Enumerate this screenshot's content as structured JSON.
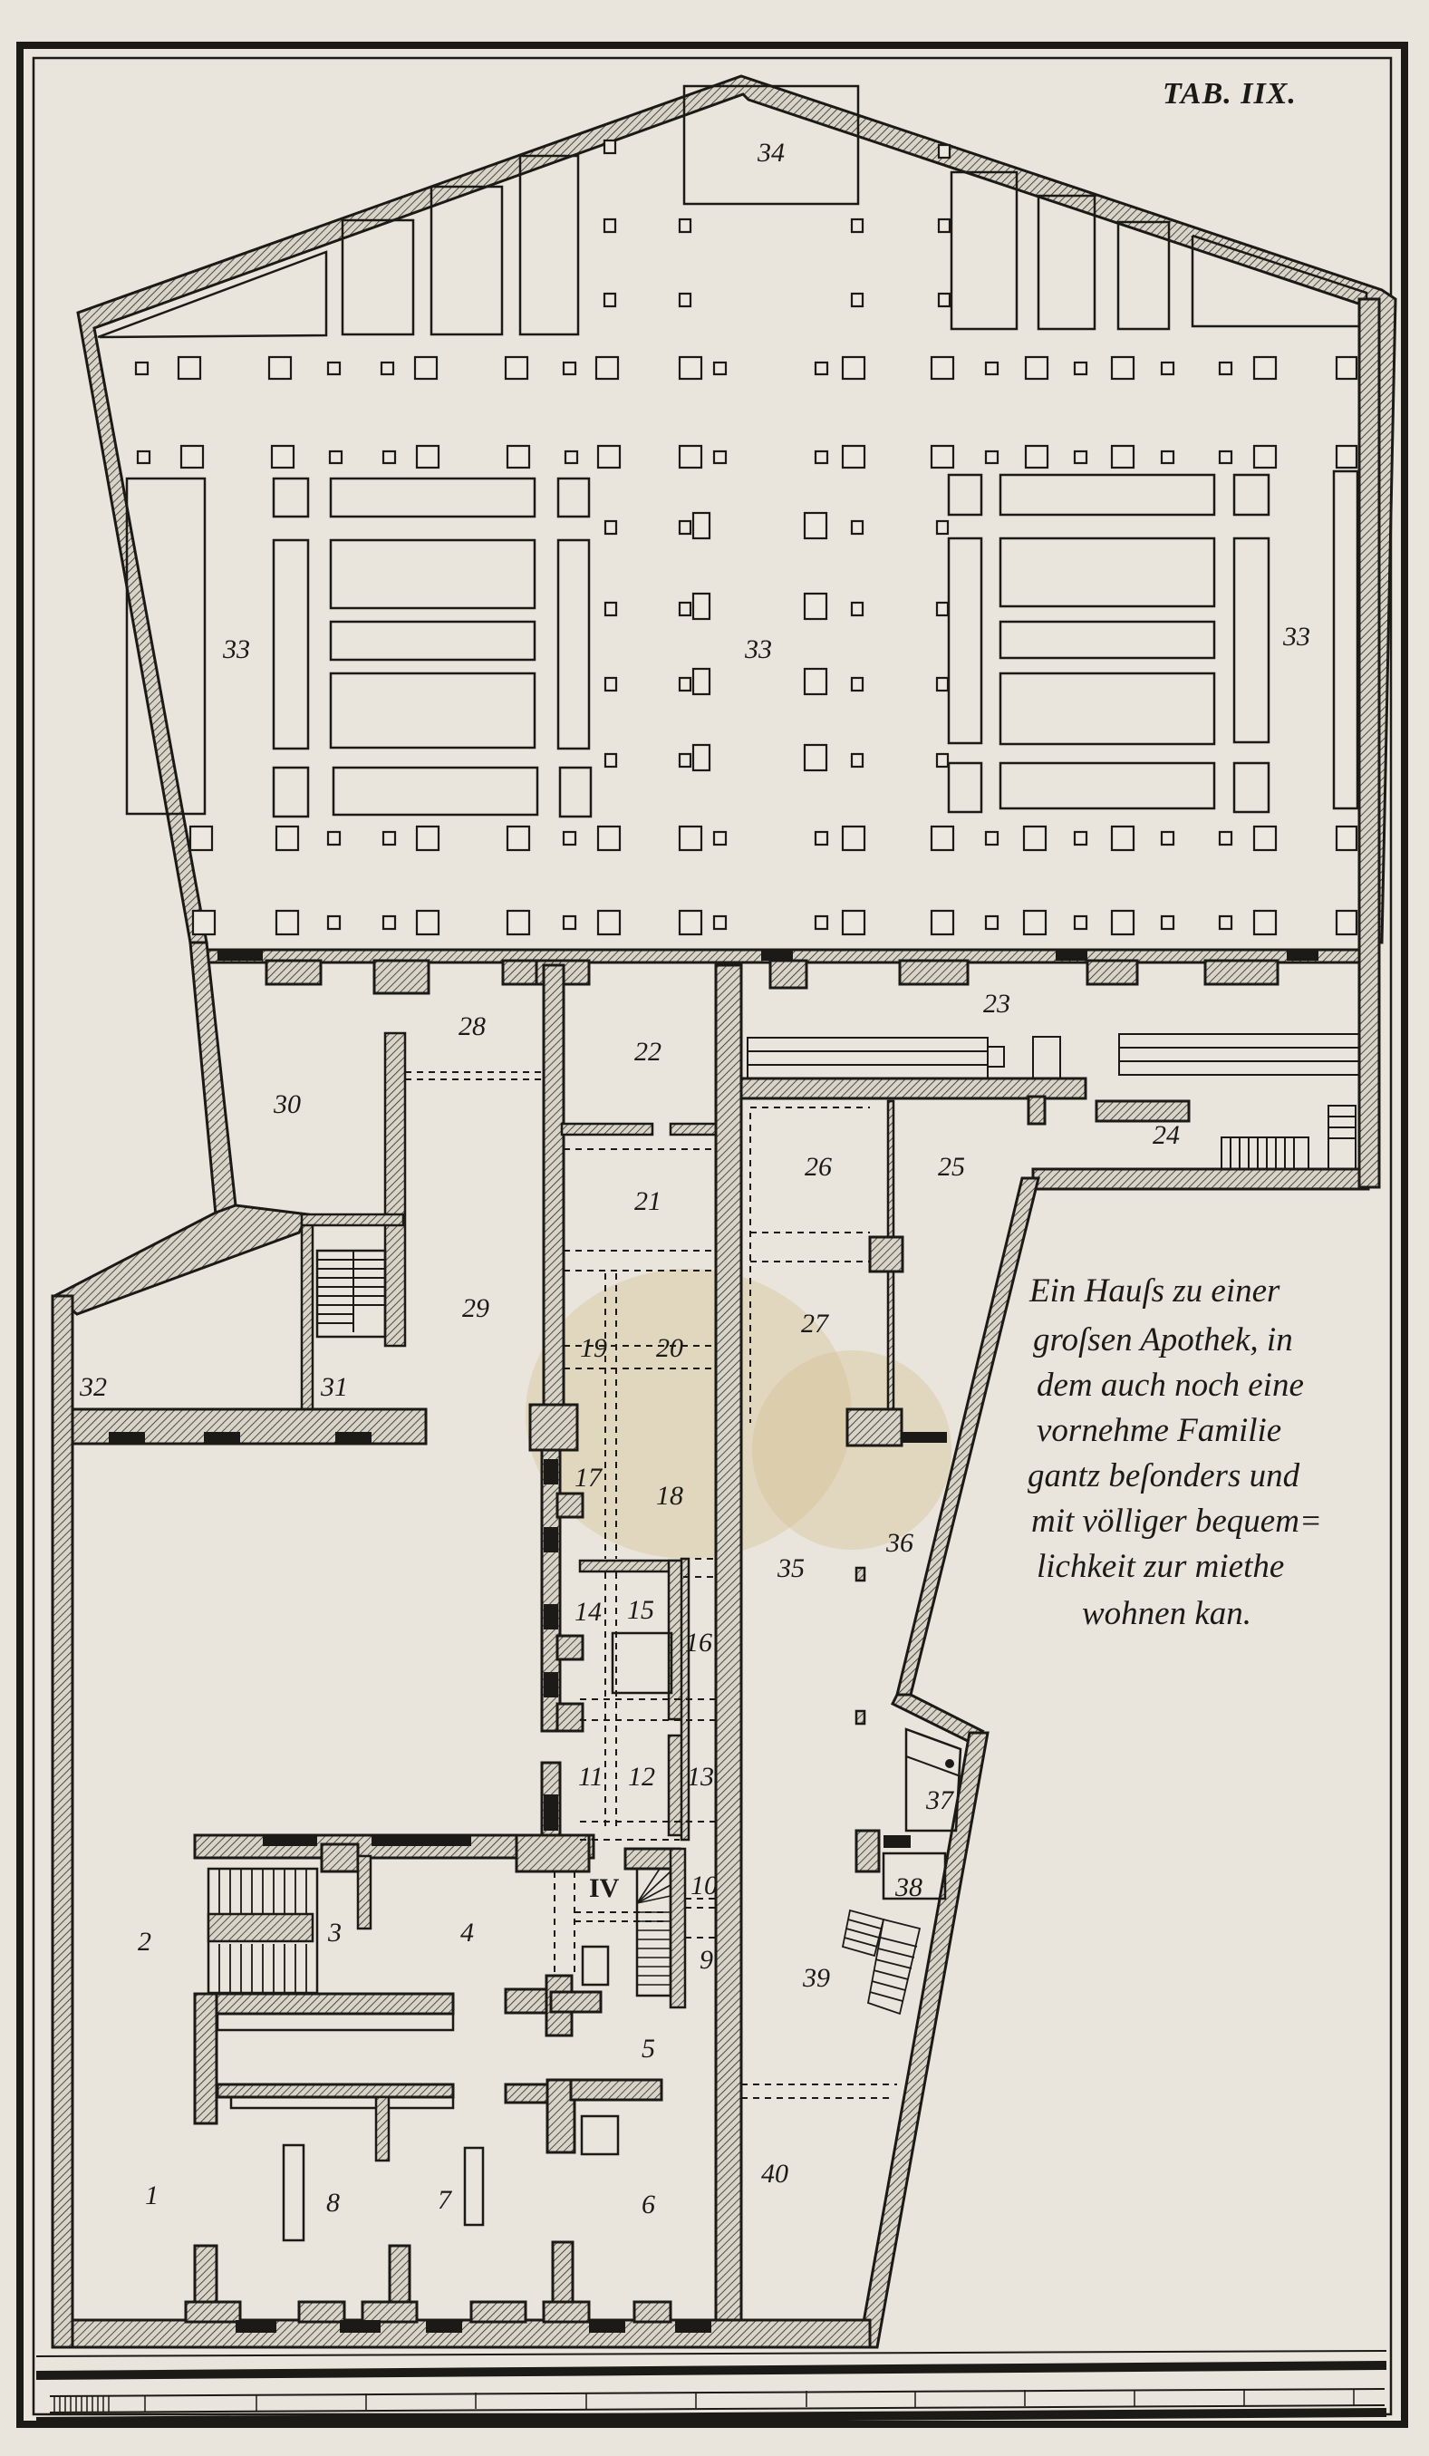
{
  "plate": {
    "title": "TAB. IIX.",
    "paper_color": "#e9e5dc",
    "ink_color": "#1b1a17",
    "stain_color": "#d8c49a"
  },
  "caption": {
    "lines": [
      "Ein Hauſs zu einer",
      "groſsen Apothek, in",
      "dem auch noch eine",
      "vornehme Familie",
      "gantz beſonders und",
      "mit völliger bequem=",
      "lichkeit zur miethe",
      "wohnen kan."
    ]
  },
  "rooms": {
    "r1": "1",
    "r2": "2",
    "r3": "3",
    "r4": "4",
    "r5": "5",
    "r6": "6",
    "r7": "7",
    "r8": "8",
    "r9": "9",
    "r10": "10",
    "r11": "11",
    "r12": "12",
    "r13": "13",
    "r14": "14",
    "r15": "15",
    "r16": "16",
    "r17": "17",
    "r18": "18",
    "r19": "19",
    "r20": "20",
    "r21": "21",
    "r22": "22",
    "r23": "23",
    "r24": "24",
    "r25": "25",
    "r26": "26",
    "r27": "27",
    "r28": "28",
    "r29": "29",
    "r30": "30",
    "r31": "31",
    "r32": "32",
    "r33a": "33",
    "r33b": "33",
    "r33c": "33",
    "r34": "34",
    "r35": "35",
    "r36": "36",
    "r37": "37",
    "r38": "38",
    "r39": "39",
    "r40": "40",
    "rIV": "IV"
  }
}
